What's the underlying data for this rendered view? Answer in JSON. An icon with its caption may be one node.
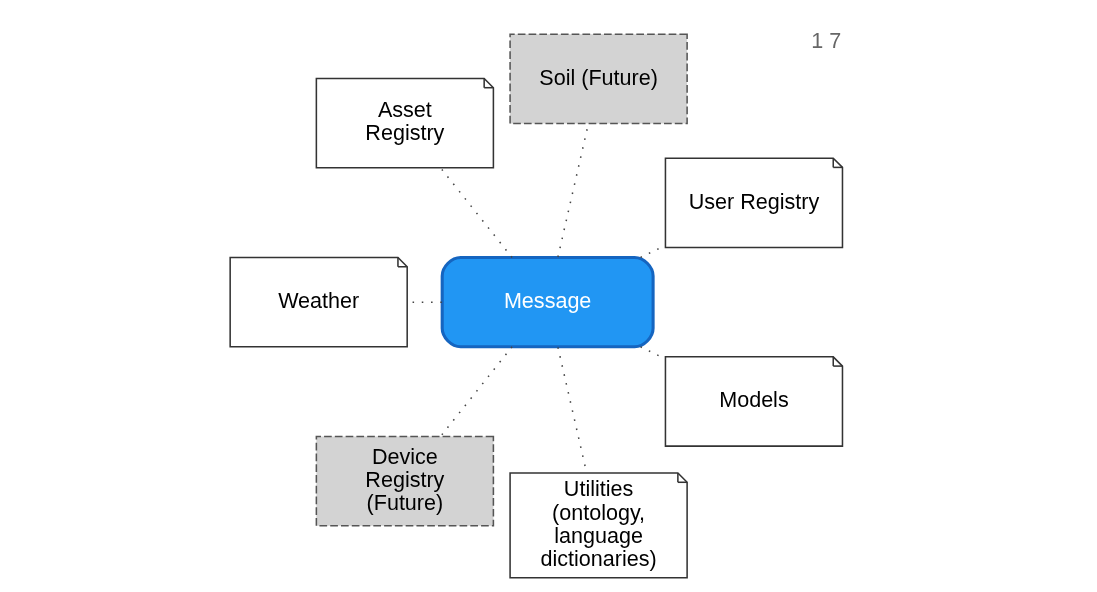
{
  "diagram": {
    "nodes": [
      {
        "text": [
          "Message"
        ]
      },
      {
        "text": [
          "User Registry"
        ]
      },
      {
        "text": [
          "Soil (Future)"
        ]
      },
      {
        "text": [
          "Asset Registry"
        ]
      },
      {
        "text": [
          "Weather"
        ]
      },
      {
        "text": [
          "Device Registry (Future)"
        ]
      },
      {
        "text": [
          "Utilities (ontology, language dictionaries)"
        ]
      },
      {
        "text": [
          "Models"
        ]
      }
    ],
    "edges": [
      {
        "from": 0,
        "to": 1,
        "arrow": "none"
      },
      {
        "from": 0,
        "to": 2,
        "arrow": "none"
      },
      {
        "from": 0,
        "to": 3,
        "arrow": "none"
      },
      {
        "from": 0,
        "to": 4,
        "arrow": "none"
      },
      {
        "from": 0,
        "to": 5,
        "arrow": "none"
      },
      {
        "from": 0,
        "to": 6,
        "arrow": "none"
      },
      {
        "from": 0,
        "to": 7,
        "arrow": "none"
      }
    ],
    "labels": [
      "1 7"
    ]
  }
}
